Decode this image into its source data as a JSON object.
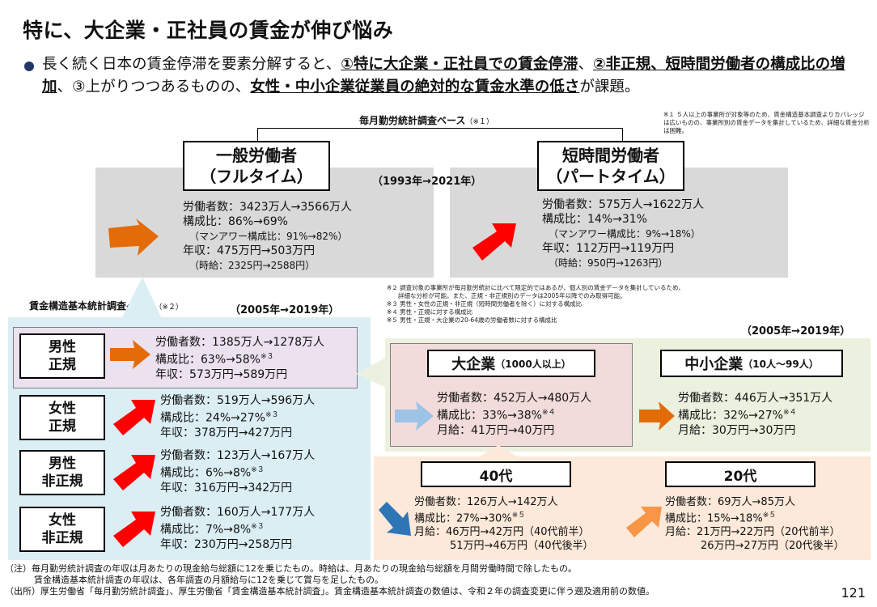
{
  "title": "特に、大企業・正社員の賃金が伸び悩み",
  "lead": {
    "t1": "長く続く日本の賃金停滞を要素分解すると、",
    "b1": "①特に大企業・正社員での賃金停滞",
    "t2": "、",
    "b2": "②非正規、短時間労働者の構成比の増加",
    "t3": "、③上がりつつあるものの、",
    "b3": "女性・中小企業従業員の絶対的な賃金水準の低さ",
    "t4": "が課題。"
  },
  "monthly": {
    "header": "毎月勤労統計調査ベース",
    "header_note": "（※１）",
    "note1": "※１ ５人以上の事業所が対象等のため、賃金構造基本調査よりカバレッジは広いものの、事業所別の賃金データを集計しているため、詳細な賃金分析は困難。",
    "years": "（1993年→2021年）",
    "full": {
      "label1": "一般労働者",
      "label2": "（フルタイム）",
      "workers": "労働者数：3423万人→3566万人",
      "ratio": "構成比：86%→69%",
      "ratio_sub": "（マンアワー構成比：91%→82%）",
      "income": "年収：475万円→503万円",
      "hourly": "（時給：2325円→2588円）"
    },
    "part": {
      "label1": "短時間労働者",
      "label2": "（パートタイム）",
      "workers": "労働者数：575万人→1622万人",
      "ratio": "構成比：14%→31%",
      "ratio_sub": "（マンアワー構成比：9%→18%）",
      "income": "年収：112万円→119万円",
      "hourly": "（時給：950円→1263円）"
    }
  },
  "structure": {
    "header": "賃金構造基本統計調査ベース",
    "header_note": "（※２）",
    "years": "（2005年→2019年）",
    "notes": [
      "※２ 調査対象の事業所が毎月勤労統計に比べて限定的ではあるが、個人別の賃金データを集計しているため、",
      "詳細な分析が可能。また、正規・非正規別のデータは2005年以降でのみ取得可能。",
      "※３ 男性・女性の正規・非正規（短時間労働者を除く）に対する構成比",
      "※４ 男性・正規に対する構成比",
      "※５ 男性・正規・大企業の20-64歳の労働者数に対する構成比"
    ],
    "groups": [
      {
        "l1": "男性",
        "l2": "正規",
        "workers": "労働者数：1385万人→1278万人",
        "ratio": "構成比：63%→58%",
        "note": "※３",
        "income": "年収：573万円→589万円"
      },
      {
        "l1": "女性",
        "l2": "正規",
        "workers": "労働者数：519万人→596万人",
        "ratio": "構成比：24%→27%",
        "note": "※３",
        "income": "年収：378万円→427万円"
      },
      {
        "l1": "男性",
        "l2": "非正規",
        "workers": "労働者数：123万人→167万人",
        "ratio": "構成比：6%→8%",
        "note": "※３",
        "income": "年収：316万円→342万円"
      },
      {
        "l1": "女性",
        "l2": "非正規",
        "workers": "労働者数：160万人→177万人",
        "ratio": "構成比：7%→8%",
        "note": "※３",
        "income": "年収：230万円→258万円"
      }
    ],
    "years_right": "（2005年→2019年）",
    "large": {
      "label": "大企業",
      "label_sub": "（1000人以上）",
      "workers": "労働者数：452万人→480万人",
      "ratio": "構成比：33%→38%",
      "note": "※４",
      "wage": "月給：41万円→40万円"
    },
    "small": {
      "label": "中小企業",
      "label_sub": "（10人～99人）",
      "workers": "労働者数：446万人→351万人",
      "ratio": "構成比：32%→27%",
      "note": "※４",
      "wage": "月給：30万円→30万円"
    },
    "age40": {
      "label": "40代",
      "workers": "労働者数：126万人→142万人",
      "ratio": "構成比：27%→30%",
      "note": "※５",
      "wage1": "月給：46万円→42万円（40代前半）",
      "wage2": "51万円→46万円（40代後半）"
    },
    "age20": {
      "label": "20代",
      "workers": "労働者数：69万人→85万人",
      "ratio": "構成比：15%→18%",
      "note": "※５",
      "wage1": "月給：21万円→22万円（20代前半）",
      "wage2": "26万円→27万円（20代後半）"
    }
  },
  "footer": {
    "note1": "（注）毎月勤労統計調査の年収は月あたりの現金給与総額に12を乗じたもの。時給は、月あたりの現金給与総額を月間労働時間で除したもの。",
    "note2": "賃金構造基本統計調査の年収は、各年調査の月額給与に12を乗じて賞与を足したもの。",
    "source": "（出所）厚生労働省「毎月勤労統計調査」、厚生労働省「賃金構造基本統計調査」。賃金構造基本統計調査の数値は、令和２年の調査変更に伴う遡及適用前の数値。"
  },
  "page_number": "121",
  "colors": {
    "orange": "#e36c09",
    "red": "#ff0000",
    "lightblue": "#9dc3e6",
    "blue": "#2e75b6",
    "lightorange": "#f79646"
  }
}
